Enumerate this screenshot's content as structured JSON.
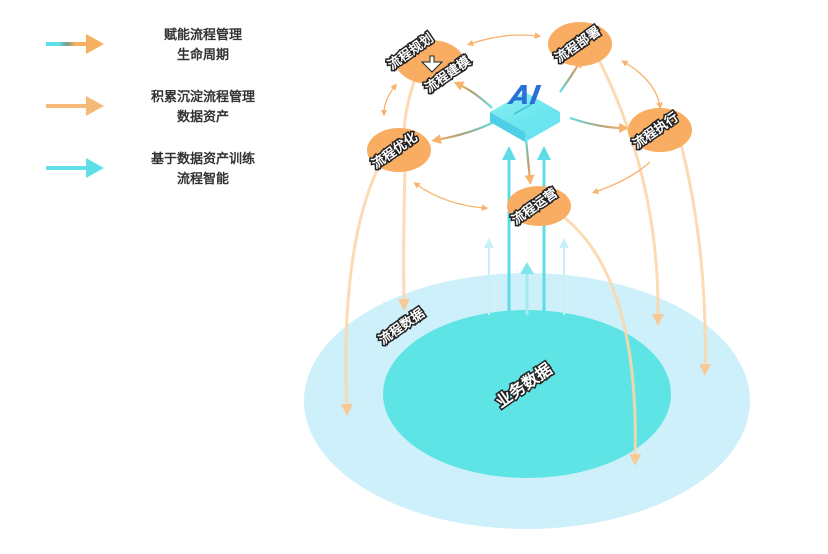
{
  "legend": [
    {
      "lines": [
        "赋能流程管理",
        "生命周期"
      ],
      "arrow_type": "gradient",
      "colors": [
        "#5ee0e6",
        "#f7b060"
      ]
    },
    {
      "lines": [
        "积累沉淀流程管理",
        "数据资产"
      ],
      "arrow_type": "orange",
      "colors": [
        "#f7b978"
      ]
    },
    {
      "lines": [
        "基于数据资产训练",
        "流程智能"
      ],
      "arrow_type": "cyan",
      "colors": [
        "#5ee0e6"
      ]
    }
  ],
  "nodes": {
    "plan_model": {
      "top": "流程规划",
      "bottom": "流程建模"
    },
    "deploy": "流程部署",
    "execute": "流程执行",
    "optimize": "流程优化",
    "operate": "流程运营"
  },
  "center": {
    "label": "AI"
  },
  "data_layers": {
    "outer": "流程数据",
    "inner": "业务数据"
  },
  "colors": {
    "node_fill": "#f9ad63",
    "outer_ellipse": "#cdf0fb",
    "inner_ellipse": "#5fe4e6",
    "orange_line": "#fcd7ab",
    "orange_arrow": "#f8b36e",
    "cyan_arrow": "#5fdde6",
    "ai_blue": "#2a6fd6",
    "box_top": "#6fe8ef",
    "box_side": "#3fc7e0"
  }
}
